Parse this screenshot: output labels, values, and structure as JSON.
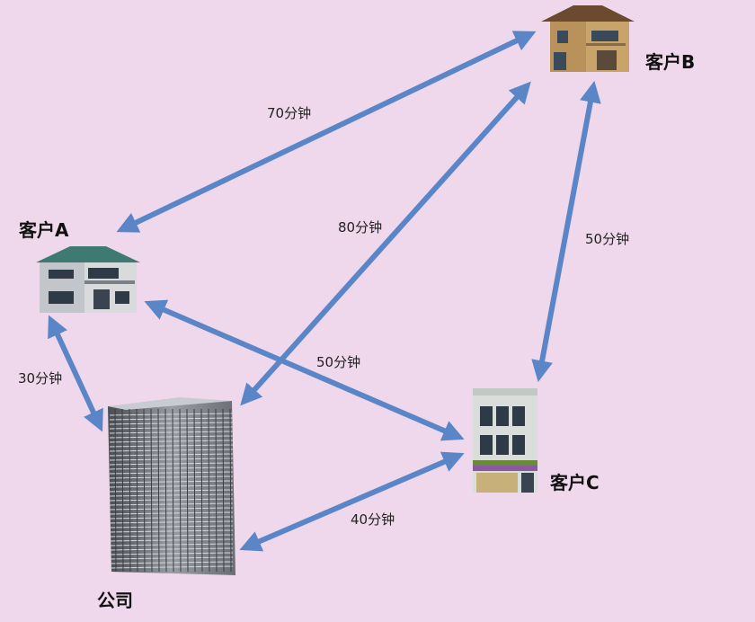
{
  "diagram": {
    "background": "#f0d8ec",
    "arrow_color": "#5a86c8",
    "nodes": {
      "customer_a": {
        "label": "客户A",
        "icon": "two-story-house-green-roof"
      },
      "customer_b": {
        "label": "客户B",
        "icon": "brick-house-brown-roof"
      },
      "customer_c": {
        "label": "客户C",
        "icon": "shop-building"
      },
      "company": {
        "label": "公司",
        "icon": "office-tower"
      }
    },
    "edges": [
      {
        "from": "customer_a",
        "to": "customer_b",
        "label": "70分钟"
      },
      {
        "from": "company",
        "to": "customer_b",
        "label": "80分钟"
      },
      {
        "from": "customer_b",
        "to": "customer_c",
        "label": "50分钟"
      },
      {
        "from": "customer_a",
        "to": "customer_c",
        "label": "50分钟"
      },
      {
        "from": "customer_a",
        "to": "company",
        "label": "30分钟"
      },
      {
        "from": "company",
        "to": "customer_c",
        "label": "40分钟"
      }
    ]
  }
}
